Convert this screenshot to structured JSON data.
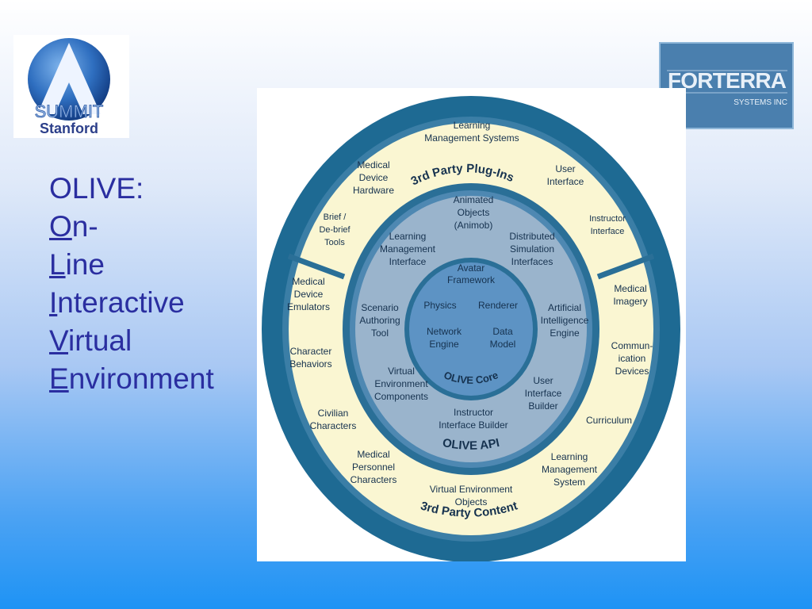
{
  "title": {
    "heading": "OLIVE:",
    "lines": [
      {
        "initial": "O",
        "rest": "n-"
      },
      {
        "initial": "L",
        "rest": "ine"
      },
      {
        "initial": "I",
        "rest": "nteractive"
      },
      {
        "initial": "V",
        "rest": "irtual"
      },
      {
        "initial": "E",
        "rest": "nvironment"
      }
    ]
  },
  "logos": {
    "left": {
      "line1": "SUMMIT",
      "line2": "Stanford"
    },
    "right": {
      "line1": "FORTERRA",
      "line2": "SYSTEMS INC"
    }
  },
  "diagram": {
    "ring_labels": {
      "plugins": "3rd Party Plug-Ins",
      "content": "3rd Party Content",
      "api": "OLIVE API",
      "core": "OLIVE Core"
    },
    "core_items": {
      "avatar": [
        "Avatar",
        "Framework"
      ],
      "physics": "Physics",
      "renderer": "Renderer",
      "network": [
        "Network",
        "Engine"
      ],
      "data_model": [
        "Data",
        "Model"
      ]
    },
    "api_items": {
      "animob": [
        "Animated",
        "Objects",
        "(Animob)"
      ],
      "learning_mgmt": [
        "Learning",
        "Management",
        "Interface"
      ],
      "distributed": [
        "Distributed",
        "Simulation",
        "Interfaces"
      ],
      "scenario": [
        "Scenario",
        "Authoring",
        "Tool"
      ],
      "ai": [
        "Artificial",
        "Intelligence",
        "Engine"
      ],
      "virtual_env": [
        "Virtual",
        "Environment",
        "Components"
      ],
      "user_ui_builder": [
        "User",
        "Interface",
        "Builder"
      ],
      "instructor_builder": [
        "Instructor",
        "Interface Builder"
      ]
    },
    "plugin_items": {
      "lms": [
        "Learning",
        "Management Systems"
      ],
      "med_hw": [
        "Medical",
        "Device",
        "Hardware"
      ],
      "user_interface": [
        "User",
        "Interface"
      ],
      "brief": [
        "Brief /",
        "De-brief",
        "Tools"
      ],
      "instructor_interface": [
        "Instructor",
        "Interface"
      ]
    },
    "content_items": {
      "med_emulators": [
        "Medical",
        "Device",
        "Emulators"
      ],
      "med_imagery": [
        "Medical",
        "Imagery"
      ],
      "char_behaviors": [
        "Character",
        "Behaviors"
      ],
      "comm_devices": [
        "Commun-",
        "ication",
        "Devices"
      ],
      "civilian": [
        "Civilian",
        "Characters"
      ],
      "curriculum": "Curriculum",
      "med_personnel": [
        "Medical",
        "Personnel",
        "Characters"
      ],
      "lms_system": [
        "Learning",
        "Management",
        "System"
      ],
      "ve_objects": [
        "Virtual Environment",
        "Objects"
      ]
    }
  },
  "colors": {
    "title": "#2a2ea0",
    "ring_dark": "#1e6a93",
    "ring_cream": "#faf6d2",
    "api_fill": "#9ab4cc",
    "core_fill": "#5d93c4"
  }
}
